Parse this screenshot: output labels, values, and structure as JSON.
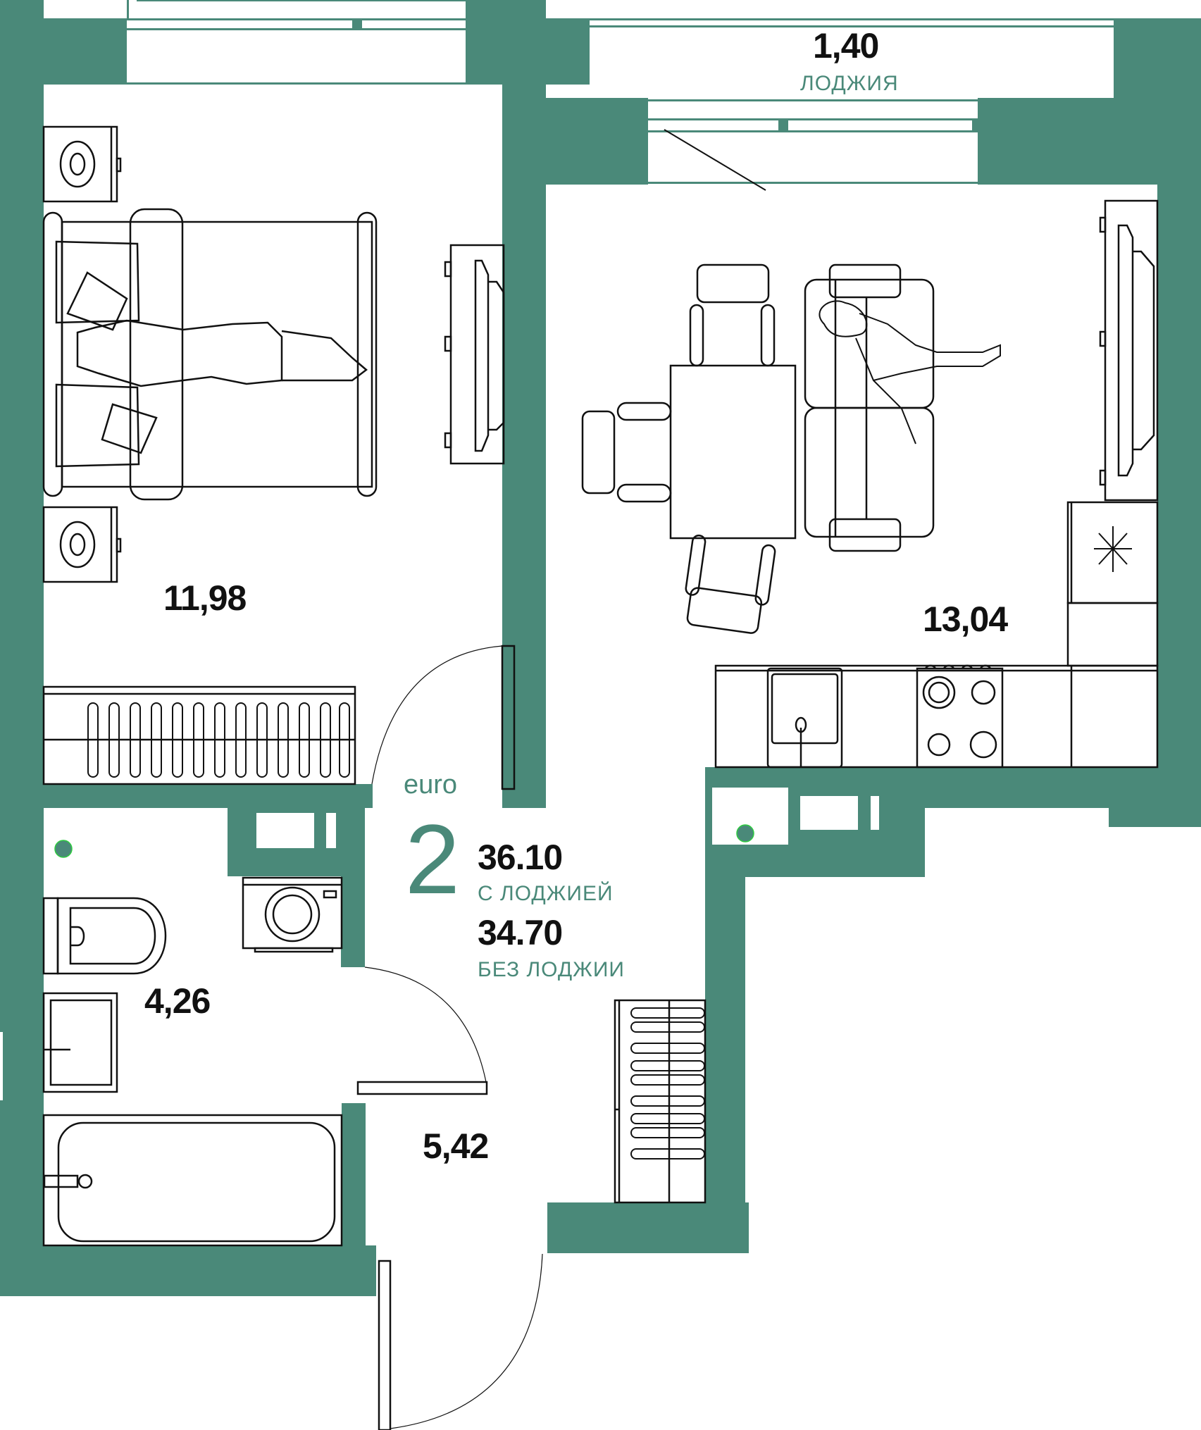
{
  "plan": {
    "type": "apartment-floor-plan",
    "wall_color": "#4a8979",
    "line_color": "#111111",
    "accent_color": "#4a8979"
  },
  "summary": {
    "format_label": "euro",
    "rooms_count": "2",
    "area_with_loggia": "36.10",
    "area_with_loggia_caption": "С ЛОДЖИЕЙ",
    "area_without_loggia": "34.70",
    "area_without_loggia_caption": "БЕЗ ЛОДЖИИ"
  },
  "rooms": [
    {
      "id": "loggia",
      "area": "1,40",
      "caption": "ЛОДЖИЯ"
    },
    {
      "id": "bedroom",
      "area": "11,98"
    },
    {
      "id": "kitchen-living",
      "area": "13,04"
    },
    {
      "id": "bathroom",
      "area": "4,26"
    },
    {
      "id": "hallway",
      "area": "5,42"
    }
  ],
  "fixtures": {
    "bedroom": [
      "double-bed",
      "nightstand",
      "nightstand",
      "tv-console",
      "radiator"
    ],
    "kitchen_living": [
      "dining-table",
      "chair",
      "chair",
      "chair",
      "sofa",
      "tv-console",
      "fridge",
      "sink",
      "stove",
      "counter"
    ],
    "bathroom": [
      "toilet",
      "washbasin",
      "bathtub",
      "washing-machine"
    ],
    "hallway": [
      "wardrobe",
      "entrance-door"
    ]
  }
}
